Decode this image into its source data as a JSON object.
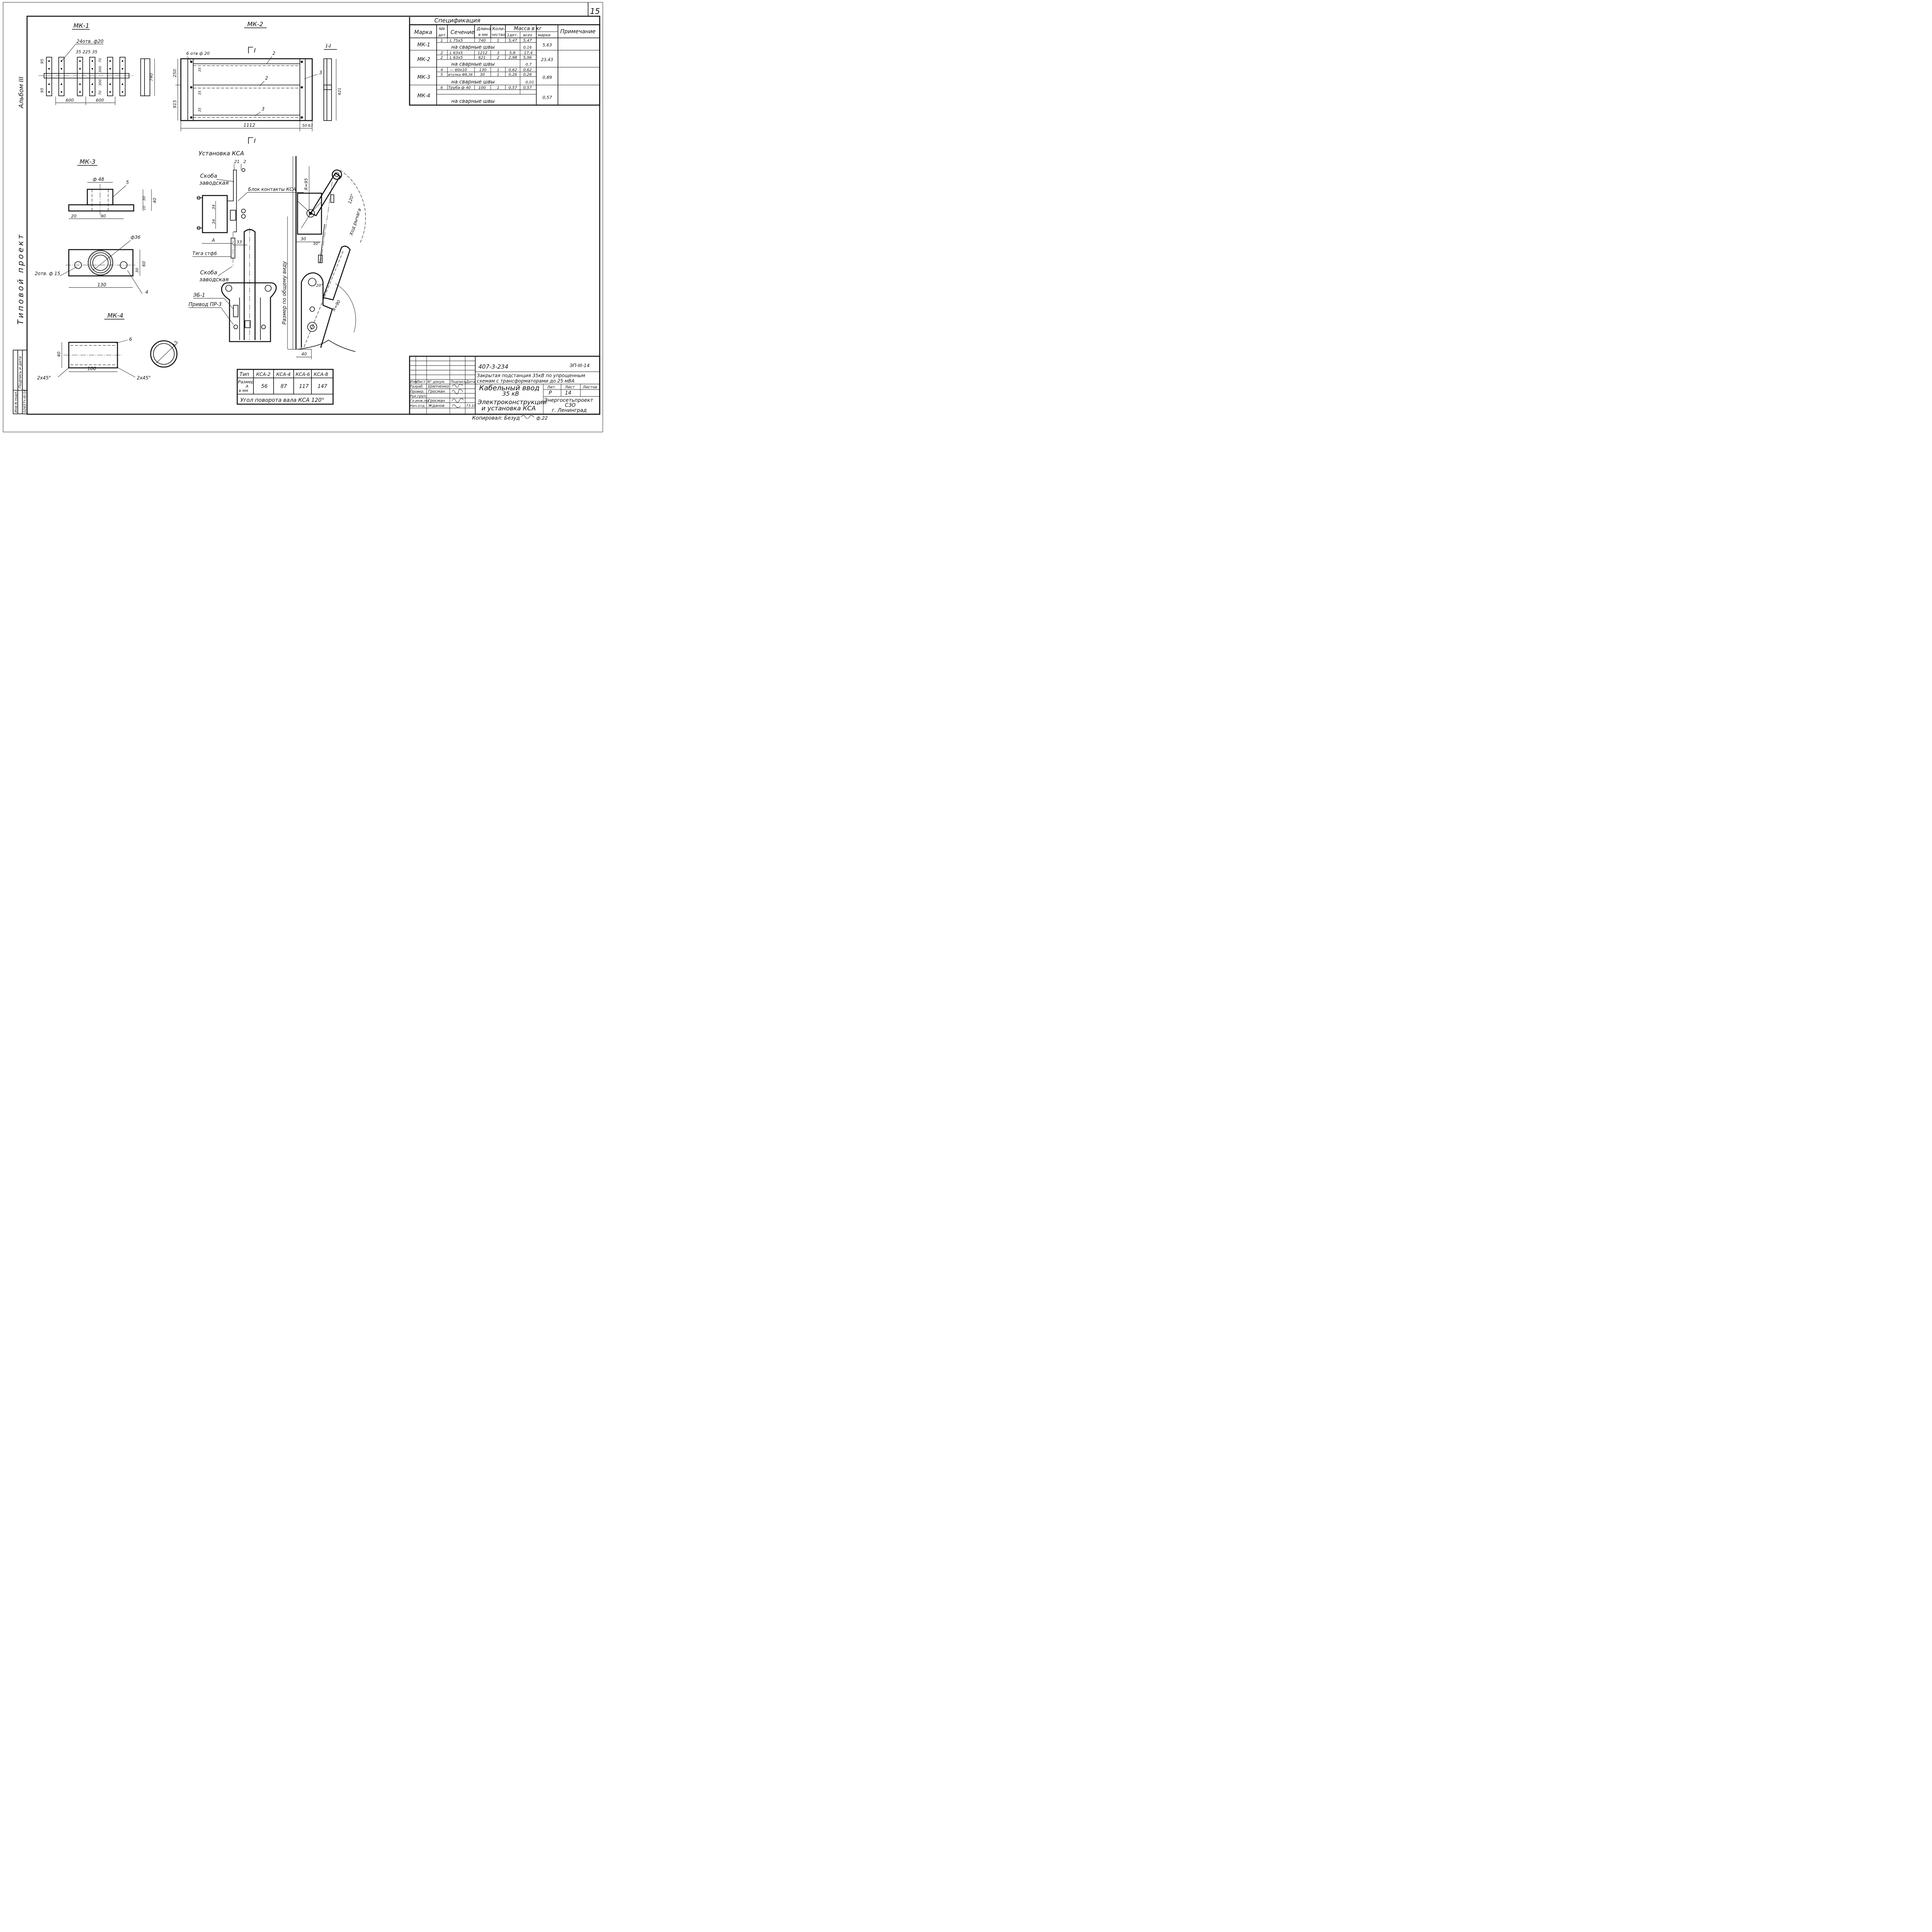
{
  "sheet": {
    "number": "15",
    "album": "Альбом III",
    "project_type": "Типовой проект"
  },
  "views": {
    "mk1": "МК-1",
    "mk2": "МК-2",
    "mk3": "МК-3",
    "mk4": "МК-4",
    "section": "I-I",
    "section_mark": "I",
    "install": "Установка КСА"
  },
  "mk1_dims": {
    "holes": "24отв. ф20",
    "top": "35  225  35",
    "d95a": "95",
    "d95b": "95",
    "d300a": "300",
    "d300b": "300",
    "d70a": "70",
    "d70b": "70",
    "d600a": "600",
    "d600b": "600",
    "d740": "740"
  },
  "mk2_dims": {
    "holes": "6 отв ф 20",
    "d250": "250",
    "d915": "915",
    "d35a": "35",
    "d35b": "35",
    "d35c": "35",
    "d1112": "1112",
    "d50": "50",
    "d63": "63",
    "p2a": "2",
    "p2b": "2",
    "p3a": "3",
    "p3b": "3",
    "d621": "621"
  },
  "mk3_dims": {
    "d48": "ф 48",
    "p5": "5",
    "d30": "30",
    "d40": "40",
    "d10": "10",
    "d20": "20",
    "d90": "90",
    "d36": "ф36",
    "holes": "2отв. ф 15",
    "d60": "60",
    "d30b": "30",
    "d130": "130",
    "p4": "4"
  },
  "mk4_dims": {
    "p6": "6",
    "d40": "40",
    "d100": "100",
    "ch1": "2х45°",
    "ch2": "2х45°",
    "d25": "2,5"
  },
  "install": {
    "d21": "21",
    "d2": "2",
    "skoba1": "Скоба",
    "skoba1b": "заводская",
    "block": "Блок контакты КСА",
    "d34a": "34",
    "d34b": "34",
    "dA": "А",
    "d33": "33",
    "tyaga": "Тяга стф6",
    "skoba2": "Скоба",
    "skoba2b": "заводская",
    "eb1": "ЭБ-1",
    "privod": "Привод ПР-3",
    "r95": "R=95",
    "d30": "30",
    "a30": "30°",
    "a20": "20°",
    "r90": "R=90",
    "hod": "Ход рычага",
    "a120": "120°",
    "razmer": "Размер по общему виду",
    "d40": "40"
  },
  "spec": {
    "title": "Спецификация",
    "headers": {
      "marka": "Марка",
      "nn": "NN",
      "det": "дет.",
      "sech": "Сечение",
      "dlina": "Длина",
      "dlina2": "в мм",
      "kol": "Коли-",
      "kol2": "чество",
      "massa": "Масса в кг",
      "m1": "1дет.",
      "m2": "всех",
      "m3": "марки",
      "prim": "Примечание"
    },
    "rows": [
      {
        "marka": "МК-1",
        "nn": "1",
        "sech": "L 75х5",
        "dl": "740",
        "kol": "1",
        "m1": "5,47",
        "m2": "5,47",
        "mk": "5,63"
      },
      {
        "weld": "на сварные швы",
        "m2": "0,16"
      },
      {
        "marka": "МК-2",
        "nn": "2",
        "sech": "L 63х5",
        "dl": "1212",
        "kol": "3",
        "m1": "5,8",
        "m2": "17,4",
        "mk": "23,43"
      },
      {
        "nn": "2",
        "sech": "L 63х5",
        "dl": "621",
        "kol": "2",
        "m1": "2,98",
        "m2": "5,96"
      },
      {
        "weld": "на сварные швы",
        "m2": "0,7"
      },
      {
        "marka": "МК-3",
        "nn": "4",
        "sech": "— 60х10",
        "dl": "130",
        "kol": "1",
        "m1": "0,62",
        "m2": "0,62",
        "mk": "0,89"
      },
      {
        "nn": "5",
        "sech": "втулка Ф8,36",
        "dl": "30",
        "kol": "1",
        "m1": "0,26",
        "m2": "0,26"
      },
      {
        "weld": "на сварные швы",
        "m2": "0,01"
      },
      {
        "marka": "МК-4",
        "nn": "6",
        "sech": "Труба ф 40",
        "dl": "100",
        "kol": "1",
        "m1": "0,57",
        "m2": "0,57",
        "mk": "0,57"
      },
      {
        "weld": "на сварные швы",
        "m2": ""
      }
    ]
  },
  "ksa": {
    "h_tip": "Тип",
    "h_size": "Размер",
    "h_size2": "А",
    "h_size3": "в мм",
    "types": [
      "КСА-2",
      "КСА-4",
      "КСА-6",
      "КСА-8"
    ],
    "values": [
      "56",
      "87",
      "117",
      "147"
    ],
    "note": "Угол поворота вала КСА 120°"
  },
  "stamp": {
    "code": "407-3-234",
    "sheet_code": "ЭП-III-14",
    "desc1": "Закрытая подстанция 35кВ по упрощенным",
    "desc2": "схемам с трансформаторами до 25 мВА",
    "title1": "Кабельный ввод",
    "title2": "35 кВ",
    "title3": "Электроконструкции",
    "title4": "и установка КСА",
    "h_izm": "Изм.",
    "h_list": "Лист",
    "h_doc": "N° докум.",
    "h_sign": "Подпись",
    "h_date": "Дата",
    "lit_h": "Лит.",
    "list_h": "Лист",
    "listov_h": "Листов",
    "lit": "Р",
    "list": "14",
    "r1": "Разраб.",
    "n1": "Шапченко",
    "r2": "Провер.",
    "n2": "Гросман",
    "r3": "Рук.груп.",
    "n3": "",
    "r4": "Гл.инж.пр.",
    "n4": "Гросман",
    "r5": "Нач.отд.",
    "n5": "Жданов",
    "date5": "73.10",
    "org1": "Энергосетьпроект",
    "org2": "СЗО",
    "org3": "г. Ленинград",
    "copied": "Копировал: Безуд",
    "format": "ф.22"
  },
  "inv": {
    "a": "Подпись и дата",
    "b": "Инв.N подл.",
    "c": "02657т-III-16"
  }
}
